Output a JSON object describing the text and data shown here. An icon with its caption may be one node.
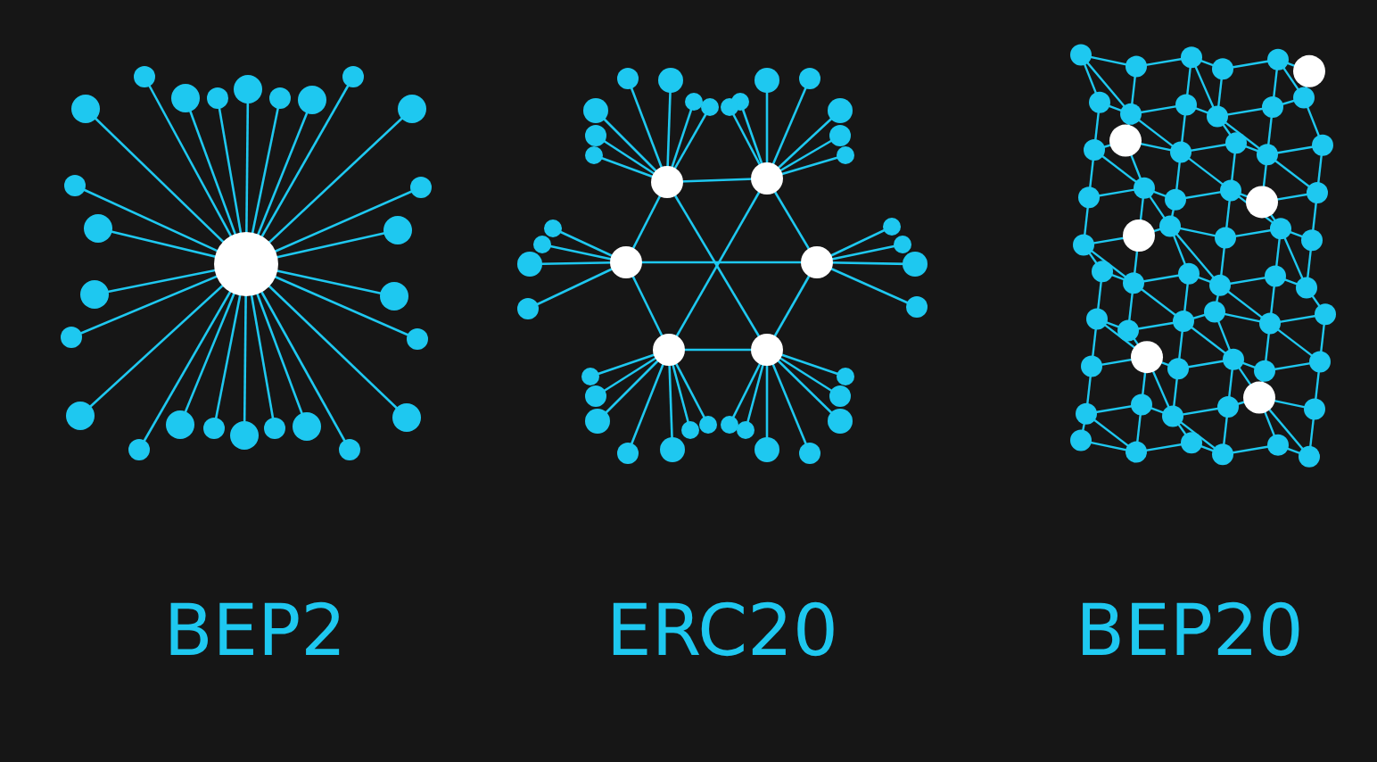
{
  "diagram": {
    "labels": [
      "BEP2",
      "ERC20",
      "BEP20"
    ]
  }
}
